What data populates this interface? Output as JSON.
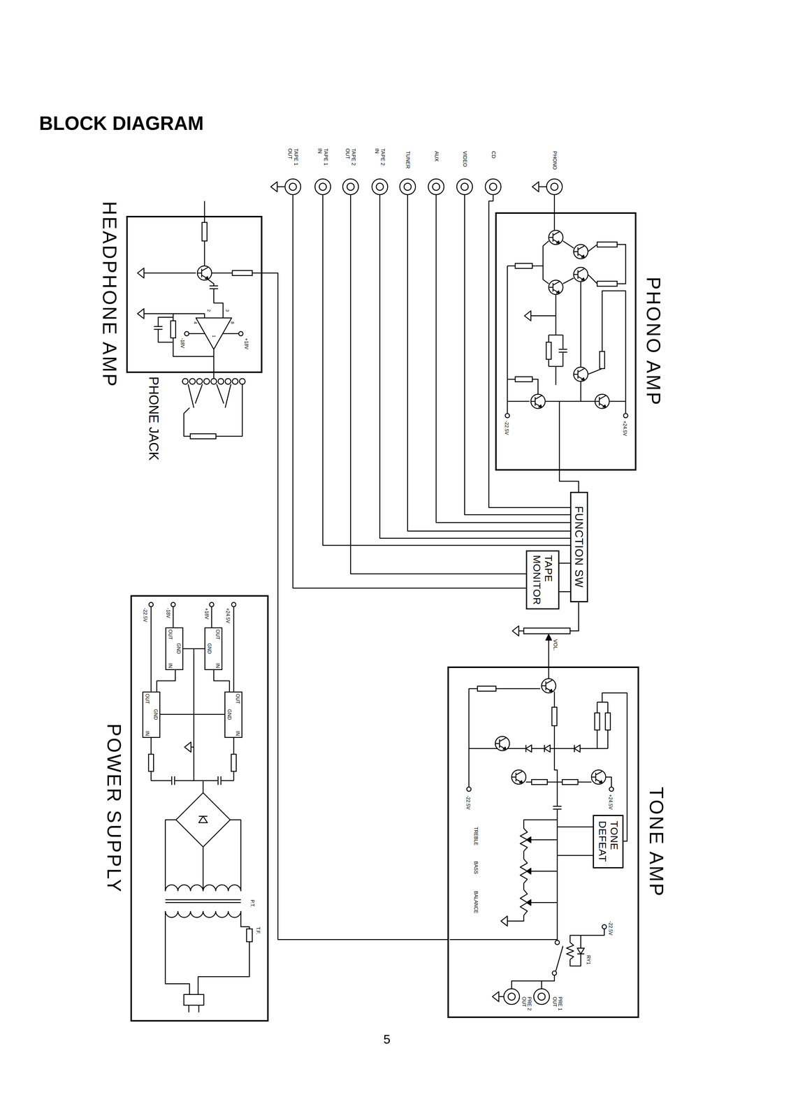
{
  "diagram": {
    "title": "BLOCK DIAGRAM",
    "nodes": [
      {
        "text": [
          "HEADPHONE AMP"
        ]
      },
      {
        "text": [
          "PHONO AMP"
        ]
      },
      {
        "text": [
          "FUNCTION SW"
        ]
      },
      {
        "text": [
          "TAPE MONITOR"
        ]
      },
      {
        "text": [
          "TONE AMP"
        ]
      },
      {
        "text": [
          "TONE DEFEAT"
        ],
        "in": 4
      },
      {
        "text": [
          "POWER SUPPLY"
        ]
      },
      {
        "text": [
          "OUT",
          "GND",
          "IN"
        ],
        "in": 6
      },
      {
        "text": [
          "OUT",
          "GND",
          "IN"
        ],
        "in": 6
      },
      {
        "text": [
          "OUT",
          "GND",
          "IN"
        ],
        "in": 6
      },
      {
        "text": [
          "OUT",
          "GND",
          "IN"
        ],
        "in": 6
      }
    ],
    "edges": [
      {
        "from": 1,
        "to": 2,
        "arrow": "none"
      },
      {
        "from": 3,
        "to": 2,
        "arrow": "none"
      },
      {
        "from": 2,
        "to": 4,
        "arrow": "none"
      },
      {
        "from": 4,
        "to": 0,
        "arrow": "none"
      },
      {
        "from": 9,
        "to": 7,
        "arrow": "none"
      },
      {
        "from": 10,
        "to": 8,
        "arrow": "none"
      }
    ],
    "labels": [
      "TAPE 1 OUT",
      "TAPE 1 IN",
      "TAPE 2 OUT",
      "TAPE 2 IN",
      "TUNER",
      "AUX",
      "VIDEO",
      "CD",
      "PHONO",
      "PHONE JACK",
      "2",
      "3",
      "4",
      "8",
      "1",
      "-18V",
      "+18V",
      "-22.5V",
      "+24.5V",
      "VOL.",
      "-22.5V",
      "+24.5V",
      "TREBLE",
      "BASS",
      "BALANCE",
      "-22.5V",
      "RY1",
      "PRE 2 OUT",
      "PRE 1 OUT",
      "-22.5V",
      "-18V",
      "+18V",
      "+24.5V",
      "P.T.",
      "T.F.",
      "5"
    ]
  }
}
